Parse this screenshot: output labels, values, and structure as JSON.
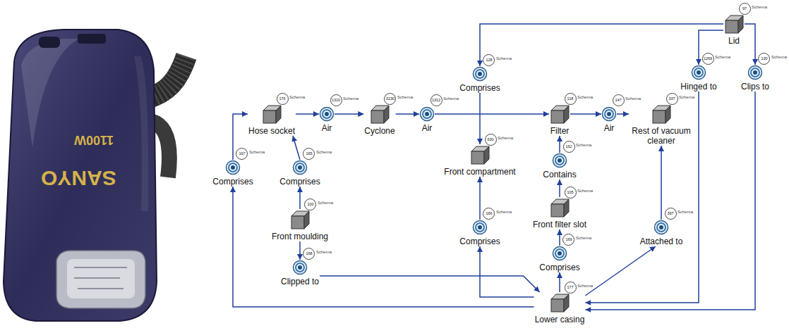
{
  "diagram": {
    "nodes": [
      {
        "text": [
          "Lid",
          "97",
          "Schema"
        ]
      },
      {
        "text": [
          "Comprises",
          "128",
          "Schema"
        ]
      },
      {
        "text": [
          "Hinged to",
          "1269",
          "Schema"
        ]
      },
      {
        "text": [
          "Clips to",
          "130",
          "Schema"
        ]
      },
      {
        "text": [
          "Hose socket",
          "176",
          "Schema"
        ]
      },
      {
        "text": [
          "Air",
          "1310",
          "Schema"
        ]
      },
      {
        "text": [
          "Cyclone",
          "3230",
          "Schema"
        ]
      },
      {
        "text": [
          "Air",
          "1312",
          "Schema"
        ]
      },
      {
        "text": [
          "Filter",
          "118",
          "Schema"
        ]
      },
      {
        "text": [
          "Air",
          "147",
          "Schema"
        ]
      },
      {
        "text": [
          "Rest of vacuum cleaner",
          "337",
          "Schema"
        ]
      },
      {
        "text": [
          "Comprises",
          "167",
          "Schema"
        ]
      },
      {
        "text": [
          "Comprises",
          "165",
          "Schema"
        ]
      },
      {
        "text": [
          "Front compartment",
          "630",
          "Schema"
        ]
      },
      {
        "text": [
          "Contains",
          "162",
          "Schema"
        ]
      },
      {
        "text": [
          "Front filter slot",
          "105",
          "Schema"
        ]
      },
      {
        "text": [
          "Front moulding",
          "100",
          "Schema"
        ]
      },
      {
        "text": [
          "Comprises",
          "166",
          "Schema"
        ]
      },
      {
        "text": [
          "Attached to",
          "397",
          "Schema"
        ]
      },
      {
        "text": [
          "Comprises",
          "169",
          "Schema"
        ]
      },
      {
        "text": [
          "Clipped to",
          "168",
          "Schema"
        ]
      },
      {
        "text": [
          "Lower casing",
          "177",
          "Schema"
        ]
      }
    ],
    "edges": [
      {
        "from": 0,
        "to": 1,
        "arrow": "to"
      },
      {
        "from": 1,
        "to": 13,
        "arrow": "to"
      },
      {
        "from": 0,
        "to": 2,
        "arrow": "to"
      },
      {
        "from": 2,
        "to": 21,
        "arrow": "to"
      },
      {
        "from": 0,
        "to": 3,
        "arrow": "to"
      },
      {
        "from": 3,
        "to": 21,
        "arrow": "to"
      },
      {
        "from": 4,
        "to": 5,
        "arrow": "to"
      },
      {
        "from": 5,
        "to": 6,
        "arrow": "to"
      },
      {
        "from": 6,
        "to": 7,
        "arrow": "to"
      },
      {
        "from": 7,
        "to": 8,
        "arrow": "to"
      },
      {
        "from": 8,
        "to": 9,
        "arrow": "to"
      },
      {
        "from": 9,
        "to": 10,
        "arrow": "to"
      },
      {
        "from": 21,
        "to": 11,
        "arrow": "to"
      },
      {
        "from": 11,
        "to": 4,
        "arrow": "to"
      },
      {
        "from": 16,
        "to": 12,
        "arrow": "to"
      },
      {
        "from": 12,
        "to": 4,
        "arrow": "to"
      },
      {
        "from": 16,
        "to": 20,
        "arrow": "to"
      },
      {
        "from": 20,
        "to": 21,
        "arrow": "to"
      },
      {
        "from": 21,
        "to": 17,
        "arrow": "to"
      },
      {
        "from": 17,
        "to": 13,
        "arrow": "to"
      },
      {
        "from": 21,
        "to": 19,
        "arrow": "to"
      },
      {
        "from": 19,
        "to": 15,
        "arrow": "to"
      },
      {
        "from": 15,
        "to": 14,
        "arrow": "to"
      },
      {
        "from": 14,
        "to": 8,
        "arrow": "to"
      },
      {
        "from": 21,
        "to": 18,
        "arrow": "to"
      },
      {
        "from": 18,
        "to": 10,
        "arrow": "to"
      }
    ],
    "labels": [
      "1100W",
      "SANYO"
    ]
  }
}
